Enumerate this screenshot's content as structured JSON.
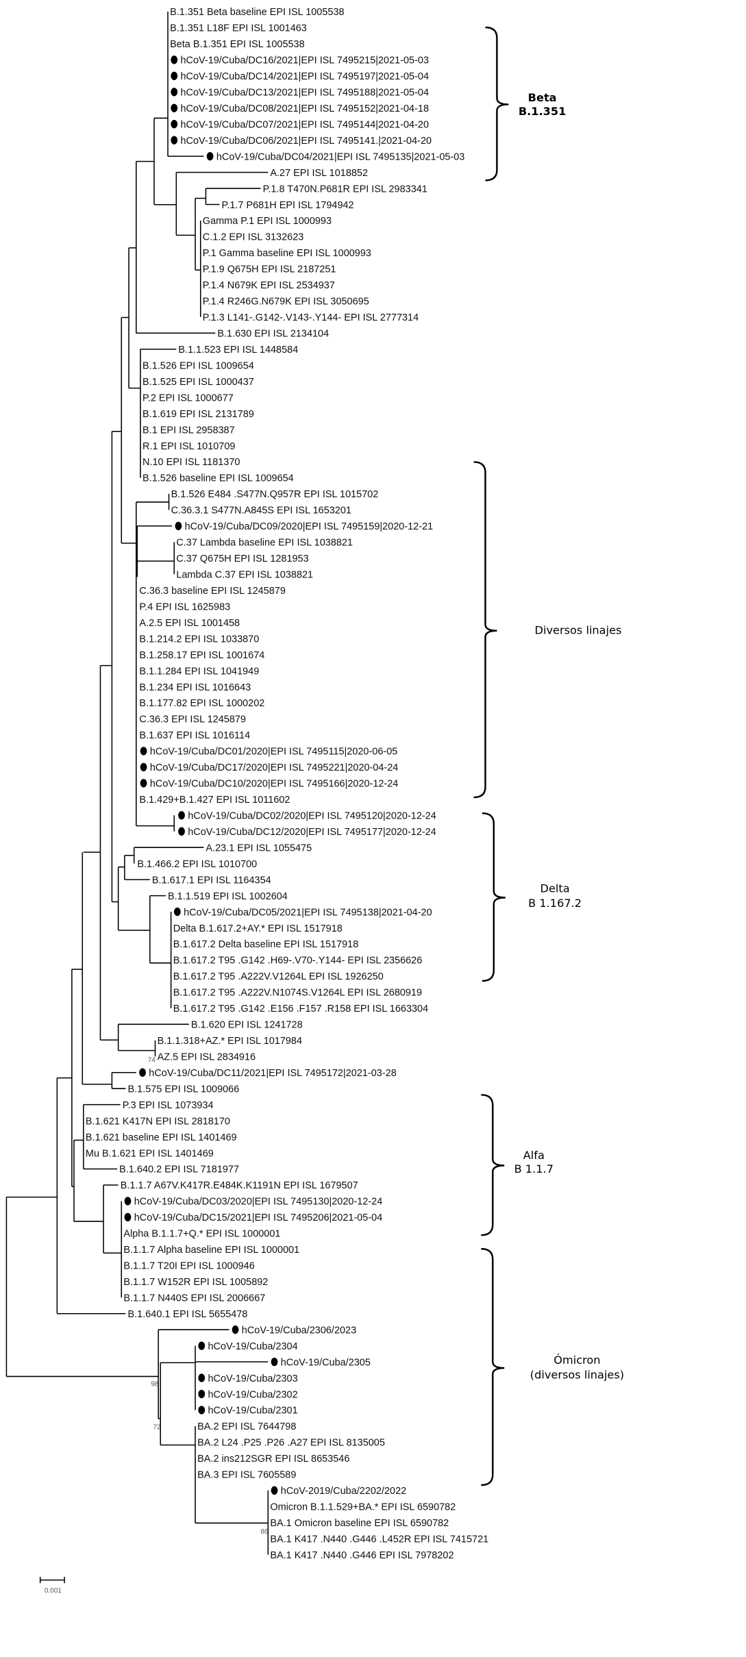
{
  "leaves": [
    {
      "label": "B.1.351 Beta baseline EPI ISL 1005538",
      "marker": false
    },
    {
      "label": "B.1.351 L18F EPI ISL 1001463",
      "marker": false
    },
    {
      "label": "Beta B.1.351 EPI ISL 1005538",
      "marker": false
    },
    {
      "label": "hCoV-19/Cuba/DC16/2021|EPI ISL 7495215|2021-05-03",
      "marker": true
    },
    {
      "label": "hCoV-19/Cuba/DC14/2021|EPI ISL 7495197|2021-05-04",
      "marker": true
    },
    {
      "label": "hCoV-19/Cuba/DC13/2021|EPI ISL 7495188|2021-05-04",
      "marker": true
    },
    {
      "label": "hCoV-19/Cuba/DC08/2021|EPI ISL 7495152|2021-04-18",
      "marker": true
    },
    {
      "label": "hCoV-19/Cuba/DC07/2021|EPI ISL 7495144|2021-04-20",
      "marker": true
    },
    {
      "label": "hCoV-19/Cuba/DC06/2021|EPI ISL 7495141.|2021-04-20",
      "marker": true
    },
    {
      "label": "hCoV-19/Cuba/DC04/2021|EPI ISL 7495135|2021-05-03",
      "marker": true
    },
    {
      "label": "A.27 EPI ISL 1018852",
      "marker": false
    },
    {
      "label": "P.1.8 T470N.P681R EPI ISL 2983341",
      "marker": false
    },
    {
      "label": "P.1.7 P681H EPI ISL 1794942",
      "marker": false
    },
    {
      "label": "Gamma P.1 EPI ISL 1000993",
      "marker": false
    },
    {
      "label": "C.1.2 EPI ISL 3132623",
      "marker": false
    },
    {
      "label": "P.1 Gamma baseline EPI ISL 1000993",
      "marker": false
    },
    {
      "label": "P.1.9 Q675H EPI ISL 2187251",
      "marker": false
    },
    {
      "label": "P.1.4 N679K EPI ISL 2534937",
      "marker": false
    },
    {
      "label": "P.1.4 R246G.N679K EPI ISL 3050695",
      "marker": false
    },
    {
      "label": "P.1.3 L141-.G142-.V143-.Y144- EPI ISL 2777314",
      "marker": false
    },
    {
      "label": "B.1.630 EPI ISL 2134104",
      "marker": false
    },
    {
      "label": "B.1.1.523 EPI ISL 1448584",
      "marker": false
    },
    {
      "label": "B.1.526 EPI ISL 1009654",
      "marker": false
    },
    {
      "label": "B.1.525 EPI ISL 1000437",
      "marker": false
    },
    {
      "label": "P.2 EPI ISL 1000677",
      "marker": false
    },
    {
      "label": "B.1.619 EPI ISL 2131789",
      "marker": false
    },
    {
      "label": "B.1 EPI ISL 2958387",
      "marker": false
    },
    {
      "label": "R.1 EPI ISL 1010709",
      "marker": false
    },
    {
      "label": "N.10 EPI ISL 1181370",
      "marker": false
    },
    {
      "label": "B.1.526 baseline EPI ISL 1009654",
      "marker": false
    },
    {
      "label": "B.1.526 E484 .S477N.Q957R EPI ISL 1015702",
      "marker": false
    },
    {
      "label": "C.36.3.1 S477N.A845S EPI ISL 1653201",
      "marker": false
    },
    {
      "label": "hCoV-19/Cuba/DC09/2020|EPI ISL 7495159|2020-12-21",
      "marker": true
    },
    {
      "label": "C.37 Lambda baseline EPI ISL 1038821",
      "marker": false
    },
    {
      "label": "C.37 Q675H EPI ISL 1281953",
      "marker": false
    },
    {
      "label": "Lambda C.37 EPI ISL 1038821",
      "marker": false
    },
    {
      "label": "C.36.3 baseline EPI ISL 1245879",
      "marker": false
    },
    {
      "label": "P.4 EPI ISL 1625983",
      "marker": false
    },
    {
      "label": "A.2.5 EPI ISL 1001458",
      "marker": false
    },
    {
      "label": "B.1.214.2 EPI ISL 1033870",
      "marker": false
    },
    {
      "label": "B.1.258.17 EPI ISL 1001674",
      "marker": false
    },
    {
      "label": "B.1.1.284 EPI ISL 1041949",
      "marker": false
    },
    {
      "label": "B.1.234 EPI ISL 1016643",
      "marker": false
    },
    {
      "label": "B.1.177.82 EPI ISL 1000202",
      "marker": false
    },
    {
      "label": "C.36.3 EPI ISL 1245879",
      "marker": false
    },
    {
      "label": "B.1.637 EPI ISL 1016114",
      "marker": false
    },
    {
      "label": "hCoV-19/Cuba/DC01/2020|EPI ISL 7495115|2020-06-05",
      "marker": true
    },
    {
      "label": "hCoV-19/Cuba/DC17/2020|EPI ISL 7495221|2020-04-24",
      "marker": true
    },
    {
      "label": "hCoV-19/Cuba/DC10/2020|EPI ISL 7495166|2020-12-24",
      "marker": true
    },
    {
      "label": "B.1.429+B.1.427 EPI ISL 1011602",
      "marker": false
    },
    {
      "label": "hCoV-19/Cuba/DC02/2020|EPI ISL 7495120|2020-12-24",
      "marker": true
    },
    {
      "label": "hCoV-19/Cuba/DC12/2020|EPI ISL 7495177|2020-12-24",
      "marker": true
    },
    {
      "label": "A.23.1 EPI ISL 1055475",
      "marker": false
    },
    {
      "label": "B.1.466.2 EPI ISL 1010700",
      "marker": false
    },
    {
      "label": "B.1.617.1 EPI ISL 1164354",
      "marker": false
    },
    {
      "label": "B.1.1.519 EPI ISL 1002604",
      "marker": false
    },
    {
      "label": "hCoV-19/Cuba/DC05/2021|EPI ISL 7495138|2021-04-20",
      "marker": true
    },
    {
      "label": "Delta B.1.617.2+AY.* EPI ISL 1517918",
      "marker": false
    },
    {
      "label": "B.1.617.2 Delta baseline EPI ISL 1517918",
      "marker": false
    },
    {
      "label": "B.1.617.2 T95 .G142 .H69-.V70-.Y144- EPI ISL 2356626",
      "marker": false
    },
    {
      "label": "B.1.617.2 T95 .A222V.V1264L EPI ISL 1926250",
      "marker": false
    },
    {
      "label": "B.1.617.2 T95 .A222V.N1074S.V1264L EPI ISL 2680919",
      "marker": false
    },
    {
      "label": "B.1.617.2 T95 .G142 .E156 .F157 .R158 EPI ISL 1663304",
      "marker": false
    },
    {
      "label": "B.1.620 EPI ISL 1241728",
      "marker": false
    },
    {
      "label": "B.1.1.318+AZ.* EPI ISL 1017984",
      "marker": false
    },
    {
      "label": "AZ.5 EPI ISL 2834916",
      "marker": false
    },
    {
      "label": "hCoV-19/Cuba/DC11/2021|EPI ISL 7495172|2021-03-28",
      "marker": true
    },
    {
      "label": "B.1.575 EPI ISL 1009066",
      "marker": false
    },
    {
      "label": "P.3 EPI ISL 1073934",
      "marker": false
    },
    {
      "label": "B.1.621 K417N EPI ISL 2818170",
      "marker": false
    },
    {
      "label": "B.1.621 baseline EPI ISL 1401469",
      "marker": false
    },
    {
      "label": "Mu B.1.621 EPI ISL 1401469",
      "marker": false
    },
    {
      "label": "B.1.640.2 EPI ISL 7181977",
      "marker": false
    },
    {
      "label": "B.1.1.7 A67V.K417R.E484K.K1191N EPI ISL 1679507",
      "marker": false
    },
    {
      "label": "hCoV-19/Cuba/DC03/2020|EPI ISL 7495130|2020-12-24",
      "marker": true
    },
    {
      "label": "hCoV-19/Cuba/DC15/2021|EPI ISL 7495206|2021-05-04",
      "marker": true
    },
    {
      "label": "Alpha B.1.1.7+Q.* EPI ISL 1000001",
      "marker": false
    },
    {
      "label": "B.1.1.7 Alpha baseline EPI ISL 1000001",
      "marker": false
    },
    {
      "label": "B.1.1.7 T20I EPI ISL 1000946",
      "marker": false
    },
    {
      "label": "B.1.1.7 W152R EPI ISL 1005892",
      "marker": false
    },
    {
      "label": "B.1.1.7 N440S EPI ISL 2006667",
      "marker": false
    },
    {
      "label": "B.1.640.1 EPI ISL 5655478",
      "marker": false
    },
    {
      "label": "hCoV-19/Cuba/2306/2023",
      "marker": true
    },
    {
      "label": "hCoV-19/Cuba/2304",
      "marker": true
    },
    {
      "label": "hCoV-19/Cuba/2305",
      "marker": true
    },
    {
      "label": "hCoV-19/Cuba/2303",
      "marker": true
    },
    {
      "label": "hCoV-19/Cuba/2302",
      "marker": true
    },
    {
      "label": "hCoV-19/Cuba/2301",
      "marker": true
    },
    {
      "label": "BA.2 EPI ISL 7644798",
      "marker": false
    },
    {
      "label": "BA.2 L24 .P25 .P26 .A27 EPI ISL 8135005",
      "marker": false
    },
    {
      "label": "BA.2 ins212SGR EPI ISL 8653546",
      "marker": false
    },
    {
      "label": "BA.3 EPI ISL 7605589",
      "marker": false
    },
    {
      "label": "hCoV-2019/Cuba/2202/2022",
      "marker": true
    },
    {
      "label": "Omicron B.1.1.529+BA.* EPI ISL 6590782",
      "marker": false
    },
    {
      "label": "BA.1 Omicron baseline EPI ISL 6590782",
      "marker": false
    },
    {
      "label": "BA.1 K417 .N440 .G446 .L452R EPI ISL 7415721",
      "marker": false
    },
    {
      "label": "BA.1 K417 .N440 .G446 EPI ISL 7978202",
      "marker": false
    }
  ],
  "bootstrap": [
    "98",
    "72",
    "86",
    "74"
  ],
  "clades": {
    "beta": {
      "line1": "Beta",
      "line2": "B.1.351"
    },
    "diversos": {
      "line1": "Diversos linajes"
    },
    "delta": {
      "line1": "Delta",
      "line2": "B 1.167.2"
    },
    "alfa": {
      "line1": "Alfa",
      "line2": "B 1.1.7"
    },
    "omicron": {
      "line1": "Ómicron",
      "line2": "(diversos linajes)"
    }
  },
  "scale_bar": {
    "label": "0.001"
  },
  "colors": {
    "line": "#000000",
    "marker": "#000000",
    "text": "#111111"
  },
  "marker_icon": "filled-circle-icon"
}
